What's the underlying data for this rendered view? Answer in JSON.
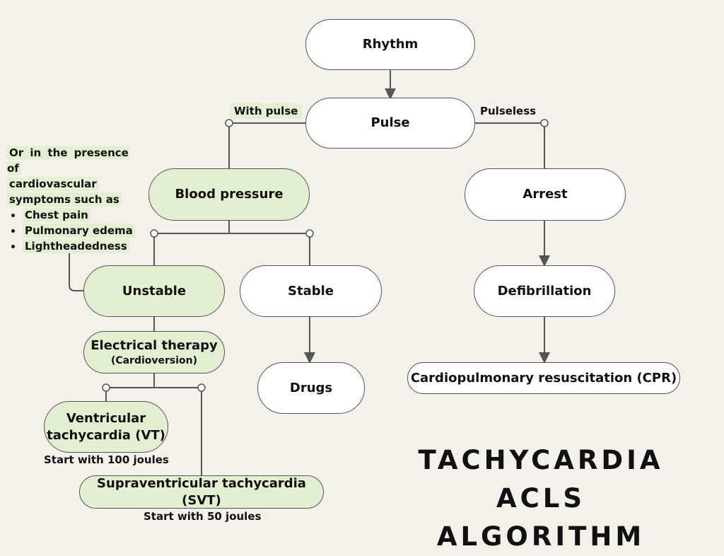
{
  "nodes": {
    "rhythm": "Rhythm",
    "pulse": "Pulse",
    "blood_pressure": "Blood pressure",
    "arrest": "Arrest",
    "unstable": "Unstable",
    "stable": "Stable",
    "defibrillation": "Defibrillation",
    "electrical_therapy": "Electrical therapy",
    "electrical_therapy_sub": "(Cardioversion)",
    "drugs": "Drugs",
    "cpr": "Cardiopulmonary resuscitation (CPR)",
    "vt_line1": "Ventricular",
    "vt_line2": "tachycardia (VT)",
    "svt": "Supraventricular tachycardia (SVT)"
  },
  "labels": {
    "with_pulse": "With pulse",
    "pulseless": "Pulseless",
    "vt_joules": "Start with 100 joules",
    "svt_joules": "Start with 50 joules"
  },
  "note": {
    "intro_1": "Or in the presence of",
    "intro_2": "cardiovascular",
    "intro_3": "symptoms such as",
    "items": [
      "Chest pain",
      "Pulmonary edema",
      "Lightheadedness"
    ]
  },
  "title": {
    "line1": "TACHYCARDIA ACLS",
    "line2": "ALGORITHM"
  },
  "colors": {
    "green_fill": "#e3efd2",
    "white_fill": "#ffffff",
    "background": "#f4f0ea",
    "line": "#555555"
  }
}
